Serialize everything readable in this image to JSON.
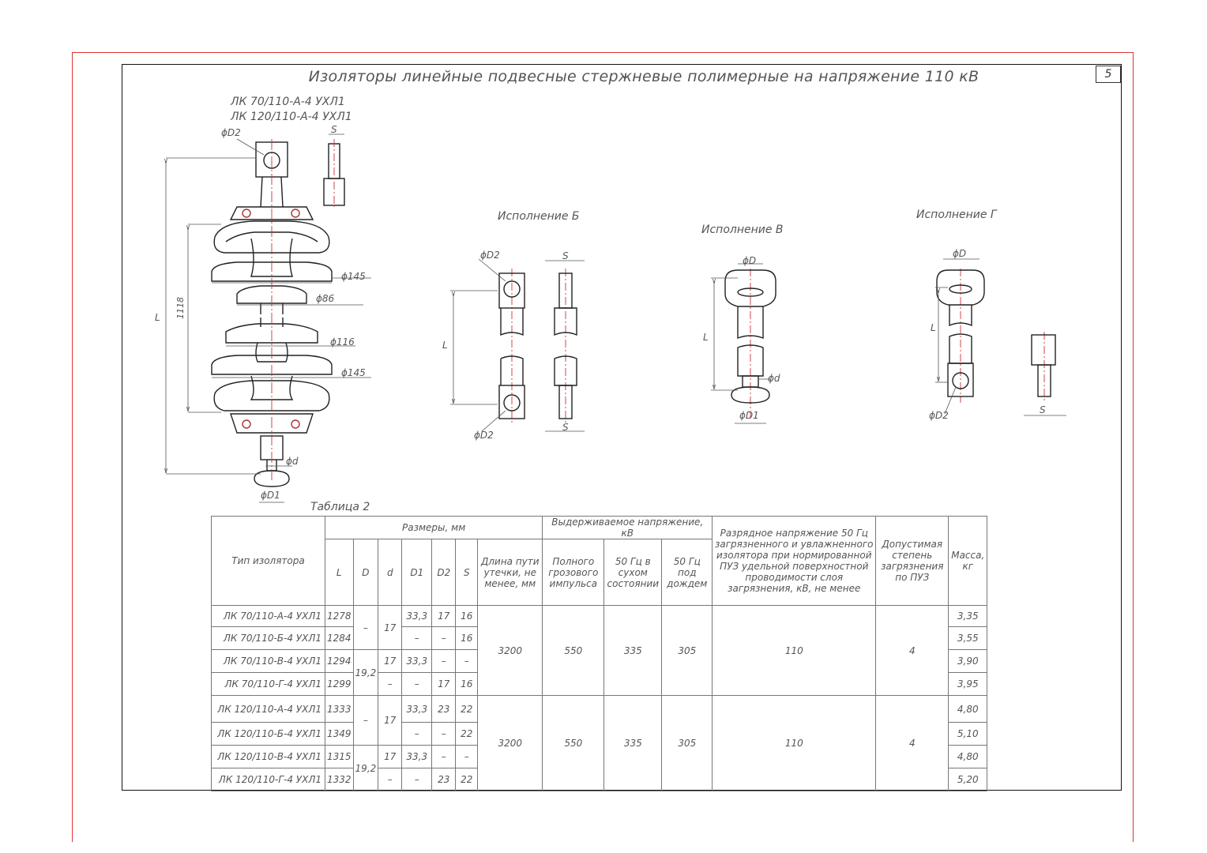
{
  "page_number": "5",
  "title": "Изоляторы линейные подвесные стержневые полимерные на напряжение 110 кВ",
  "main_view": {
    "name_line1": "ЛК 70/110-А-4 УХЛ1",
    "name_line2": "ЛК 120/110-А-4 УХЛ1",
    "dims": {
      "D2": "ϕD2",
      "S": "S",
      "d145a": "ϕ145",
      "d86": "ϕ86",
      "d116": "ϕ116",
      "d145b": "ϕ145",
      "d": "ϕd",
      "D1": "ϕD1",
      "L": "L",
      "h1118": "1118"
    }
  },
  "variants": {
    "b": {
      "title": "Исполнение Б",
      "D2_top": "ϕD2",
      "D2_bottom": "ϕD2",
      "S_top": "S",
      "S_bottom": "S",
      "L": "L"
    },
    "v": {
      "title": "Исполнение В",
      "D": "ϕD",
      "d": "ϕd",
      "D1": "ϕD1",
      "L": "L"
    },
    "g": {
      "title": "Исполнение Г",
      "D": "ϕD",
      "D2": "ϕD2",
      "S": "S",
      "L": "L"
    }
  },
  "table": {
    "caption": "Таблица 2",
    "headers": {
      "type": "Тип изолятора",
      "sizes": "Размеры, мм",
      "L": "L",
      "D": "D",
      "d": "d",
      "D1": "D1",
      "D2": "D2",
      "S": "S",
      "creepage": "Длина пути утечки, не менее, мм",
      "withstand": "Выдерживаемое напряжение, кВ",
      "impulse": "Полного грозового импульса",
      "dry": "50 Гц в сухом состоянии",
      "rain": "50 Гц под дождем",
      "discharge": "Разрядное напряжение 50 Гц загрязненного и увлажненного изолятора при нормированной ПУЗ удельной поверхностной проводимости слоя загрязнения, кВ, не менее",
      "pollution": "Допустимая степень загрязнения по ПУЗ",
      "mass": "Масса, кг"
    },
    "groups": [
      {
        "rows": [
          {
            "type": "ЛК 70/110-А-4 УХЛ1",
            "L": "1278",
            "D1": "33,3",
            "D2": "17",
            "S": "16",
            "mass": "3,35"
          },
          {
            "type": "ЛК 70/110-Б-4 УХЛ1",
            "L": "1284",
            "D1": "–",
            "D2": "–",
            "S": "16",
            "mass": "3,55"
          },
          {
            "type": "ЛК 70/110-В-4 УХЛ1",
            "L": "1294",
            "D1": "33,3",
            "D2": "–",
            "S": "–",
            "mass": "3,90"
          },
          {
            "type": "ЛК 70/110-Г-4 УХЛ1",
            "L": "1299",
            "D1": "–",
            "D2": "17",
            "S": "16",
            "mass": "3,95"
          }
        ],
        "D_ab": "–",
        "D_vg": "19,2",
        "d_ab": "17",
        "d_v": "17",
        "d_g": "–",
        "creepage": "3200",
        "impulse": "550",
        "dry": "335",
        "rain": "305",
        "discharge": "110",
        "pollution": "4"
      },
      {
        "rows": [
          {
            "type": "ЛК 120/110-А-4 УХЛ1",
            "L": "1333",
            "D1": "33,3",
            "D2": "23",
            "S": "22",
            "mass": "4,80"
          },
          {
            "type": "ЛК 120/110-Б-4 УХЛ1",
            "L": "1349",
            "D1": "–",
            "D2": "–",
            "S": "22",
            "mass": "5,10"
          },
          {
            "type": "ЛК 120/110-В-4 УХЛ1",
            "L": "1315",
            "D1": "33,3",
            "D2": "–",
            "S": "–",
            "mass": "4,80"
          },
          {
            "type": "ЛК 120/110-Г-4 УХЛ1",
            "L": "1332",
            "D1": "–",
            "D2": "23",
            "S": "22",
            "mass": "5,20"
          }
        ],
        "D_ab": "–",
        "D_vg": "19,2",
        "d_ab": "17",
        "d_v": "17",
        "d_g": "–",
        "creepage": "3200",
        "impulse": "550",
        "dry": "335",
        "rain": "305",
        "discharge": "110",
        "pollution": "4"
      }
    ]
  }
}
